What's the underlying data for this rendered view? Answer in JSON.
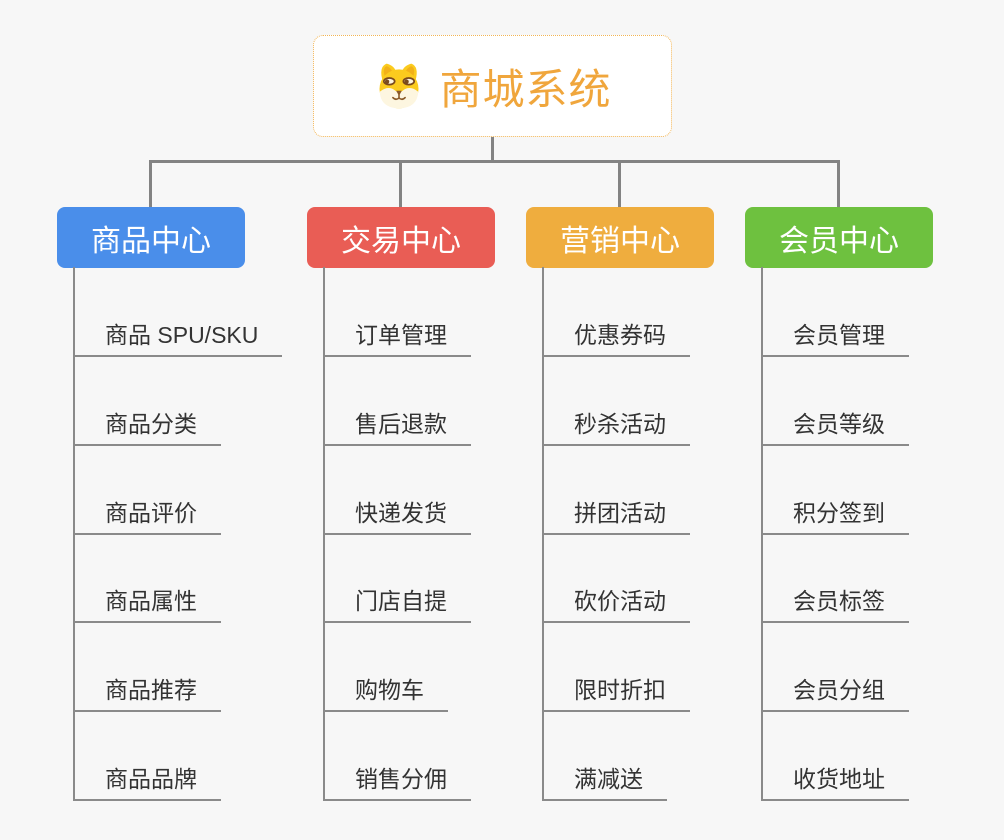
{
  "root": {
    "title": "商城系统",
    "icon": "shiba-dog-icon",
    "text_color": "#f0a63c",
    "border_color": "#f2b555"
  },
  "connector_color": "#838383",
  "branches": [
    {
      "label": "商品中心",
      "color": "#4a8eea",
      "children": [
        "商品 SPU/SKU",
        "商品分类",
        "商品评价",
        "商品属性",
        "商品推荐",
        "商品品牌"
      ]
    },
    {
      "label": "交易中心",
      "color": "#e95d55",
      "children": [
        "订单管理",
        "售后退款",
        "快递发货",
        "门店自提",
        "购物车",
        "销售分佣"
      ]
    },
    {
      "label": "营销中心",
      "color": "#efad3e",
      "children": [
        "优惠券码",
        "秒杀活动",
        "拼团活动",
        "砍价活动",
        "限时折扣",
        "满减送"
      ]
    },
    {
      "label": "会员中心",
      "color": "#6ec13f",
      "children": [
        "会员管理",
        "会员等级",
        "积分签到",
        "会员标签",
        "会员分组",
        "收货地址"
      ]
    }
  ]
}
